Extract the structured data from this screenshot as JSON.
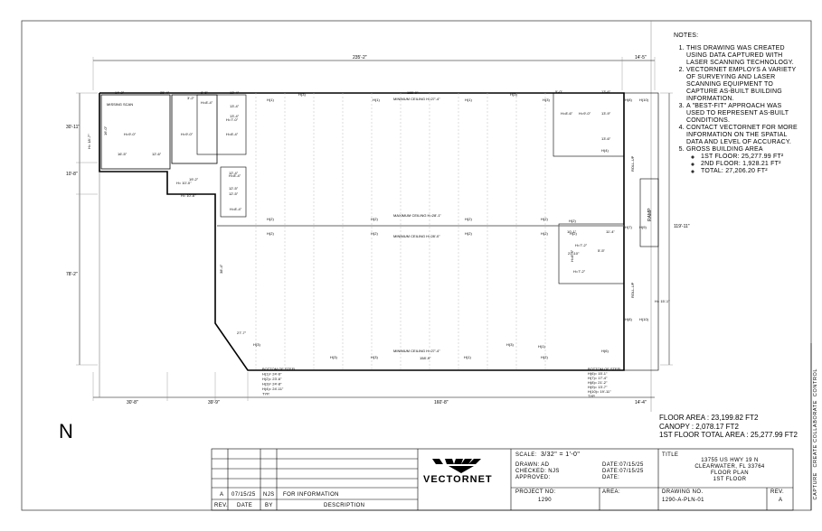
{
  "plan": {
    "top_dims": [
      "235'-2\"",
      "14'-5\""
    ],
    "bottom_dims": [
      "30'-8\"",
      "39'-9\"",
      "160'-8\"",
      "14'-4\""
    ],
    "left_dims": [
      "30'-11\"",
      "10'-8\"",
      "78'-2\"",
      "H= 18'-7\""
    ],
    "right_dims": [
      "119'-11\""
    ],
    "room_labels": [
      "MISSING SCAN",
      "MINIMUM CEILING H=27'-4\"",
      "MAXIMUM CEILING H=28'-1\"",
      "MINIMUM CEILING H=28'-0\"",
      "MINIMUM CEILING H=27'-4\"",
      "RAMP",
      "ROLL-UP",
      "ROLL-UP"
    ],
    "interior_dims": [
      "14'-2\"",
      "25'-4\"",
      "8'-5\"",
      "13'-4\"",
      "165'-0\"",
      "13'-4\"",
      "3'-2\"",
      "13'-4\"",
      "H=8'-4\"",
      "H=9'-0\"",
      "H=9'-0\"",
      "H=7'-0\"",
      "H=8'-4\"",
      "16'-0\"",
      "16'-5\"",
      "12'-6\"",
      "19'-2\"",
      "H= 10'-0\"",
      "H= 10'-6\"",
      "12'-4\"",
      "12'-5\"",
      "12'-5\"",
      "H=8'-4\"",
      "H=8'-4\"",
      "38'-4\"",
      "27'-7\"",
      "158'-9\"",
      "5'-0\"",
      "13'-6\"",
      "H=8'-6\"",
      "H=9'-0\"",
      "13'-9\"",
      "13'-6\"",
      "10'-1\"",
      "11'-4\"",
      "H=7'-2\"",
      "H=8'-4\"",
      "H=7'-2\"",
      "5'-5\"",
      "21'-10\"",
      "H= 15'-1\""
    ],
    "heights": [
      "H(1)",
      "H(3)",
      "H(1)",
      "H(1)",
      "H(3)",
      "H(3)",
      "H(2)",
      "H(2)",
      "H(2)",
      "H(2)",
      "H(2)",
      "H(2)",
      "H(2)",
      "H(2)",
      "H(2)",
      "H(2)",
      "H(3)",
      "H(3)",
      "H(3)",
      "H(3)",
      "H(1)",
      "H(1)",
      "H(2)",
      "H(4)",
      "H(6)",
      "H(8)",
      "H(10)",
      "H(7)",
      "H(9)",
      "H(8)",
      "H(10)"
    ],
    "steel_left": [
      "BOTTOM OF STEEL",
      "H(1)= 24'-6\"",
      "H(2)= 23'-6\"",
      "H(3)= 24'-8\"",
      "H(4)= 24'-11\"",
      "TYP."
    ],
    "steel_right": [
      "BOTTOM OF STEEL",
      "H(6)= 15'-1\"",
      "H(7)= 17'-4\"",
      "H(8)= 21'-2\"",
      "H(9)= 13'-7\"",
      "H(10)= 19'-11\"",
      "TYP."
    ]
  },
  "north_label": "N",
  "notes": {
    "title": "NOTES:",
    "items": [
      "THIS DRAWING WAS CREATED USING DATA CAPTURED WITH LASER SCANNING TECHNOLOGY.",
      "VECTORNET EMPLOYS A VARIETY OF SURVEYING AND LASER SCANNING EQUIPMENT TO CAPTURE AS-BUILT BUILDING INFORMATION.",
      "A \"BEST-FIT\" APPROACH WAS USED TO REPRESENT AS-BUILT CONDITIONS.",
      "CONTACT VECTORNET FOR MORE INFORMATION ON THE SPATIAL DATA AND LEVEL OF ACCURACY.",
      "GROSS BUILDING AREA"
    ],
    "sub_items": [
      "1ST FLOOR: 25,277.99 FT²",
      "2ND FLOOR: 1,928.21 FT²",
      "TOTAL: 27,206.20 FT²"
    ]
  },
  "areas": {
    "floor_area": "FLOOR AREA  : 23,199.82 FT2",
    "canopy": "CANOPY        : 2,078.17 FT2",
    "total": "1ST FLOOR TOTAL AREA  : 25,277.99 FT2"
  },
  "title_block": {
    "revision_row": {
      "rev": "A",
      "date": "07/15/25",
      "by": "NJS",
      "description": "FOR INFORMATION"
    },
    "rev_headers": {
      "rev": "REV.",
      "date": "DATE",
      "by": "BY",
      "description": "DESCRIPTION"
    },
    "logo_text": "VECTORNET",
    "scale_label": "SCALE:",
    "scale_value": "3/32\" = 1'-0\"",
    "drawn": "DRAWN:  AD",
    "checked": "CHECKED:  NJS",
    "approved": "APPROVED:",
    "date1": "DATE:07/15/25",
    "date2": "DATE:07/15/25",
    "date3": "DATE:",
    "title_label": "TITLE",
    "title_lines": [
      "13755 US HWY 19 N",
      "CLEARWATER, FL 33764",
      "FLOOR PLAN",
      "1ST FLOOR"
    ],
    "project_no_label": "PROJECT NO:",
    "project_no": "1290",
    "area_label": "AREA:",
    "drawing_no_label": "DRAWING NO.",
    "drawing_no": "1290-A-PLN-01",
    "rev_label": "REV.",
    "rev_value": "A"
  },
  "side_tabs": [
    "CAPTURE",
    "CREATE",
    "COLLABORATE",
    "CONTROL"
  ]
}
